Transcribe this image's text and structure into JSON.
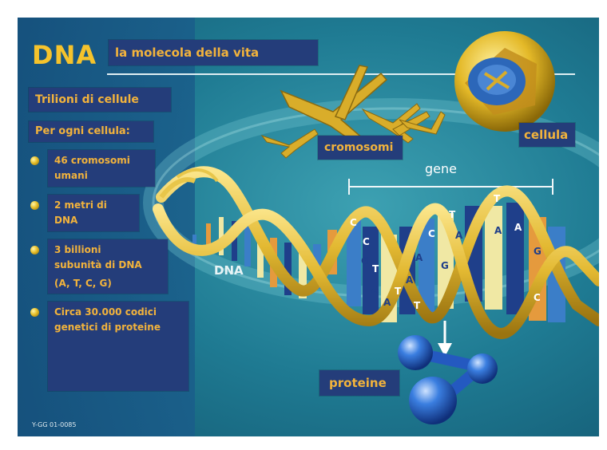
{
  "title": {
    "main": "DNA",
    "subtitle": "la molecola della vita"
  },
  "left_panel": {
    "heading": "Trilioni di cellule",
    "per_cell": "Per ogni cellula:",
    "bullets": [
      {
        "lines": [
          "46 cromosomi",
          "umani"
        ]
      },
      {
        "lines": [
          "2 metri di",
          "DNA"
        ]
      },
      {
        "lines": [
          "3 billioni",
          "subunità di DNA"
        ],
        "extra": "(A, T, C, G)"
      },
      {
        "lines": [
          "Circa 30.000 codici",
          "genetici di proteine"
        ]
      }
    ]
  },
  "diagram_labels": {
    "cromosomi": "cromosomi",
    "cellula": "cellula",
    "gene": "gene",
    "dna": "DNA",
    "proteine": "proteine"
  },
  "bases": [
    "C",
    "C",
    "G",
    "T",
    "A",
    "A",
    "T",
    "T",
    "C",
    "A",
    "A",
    "G",
    "A",
    "T",
    "T",
    "A",
    "A",
    "G",
    "C"
  ],
  "credit": "Y-GG 01-0085",
  "colors": {
    "background": "#1c6f86",
    "left_panel": "#18588a",
    "box": "#243d7a",
    "accent_text": "#f2b33c",
    "title_text": "#f5c32c",
    "helix_gold": "#e8c64a",
    "protein_blue": "#2f6fd3"
  }
}
